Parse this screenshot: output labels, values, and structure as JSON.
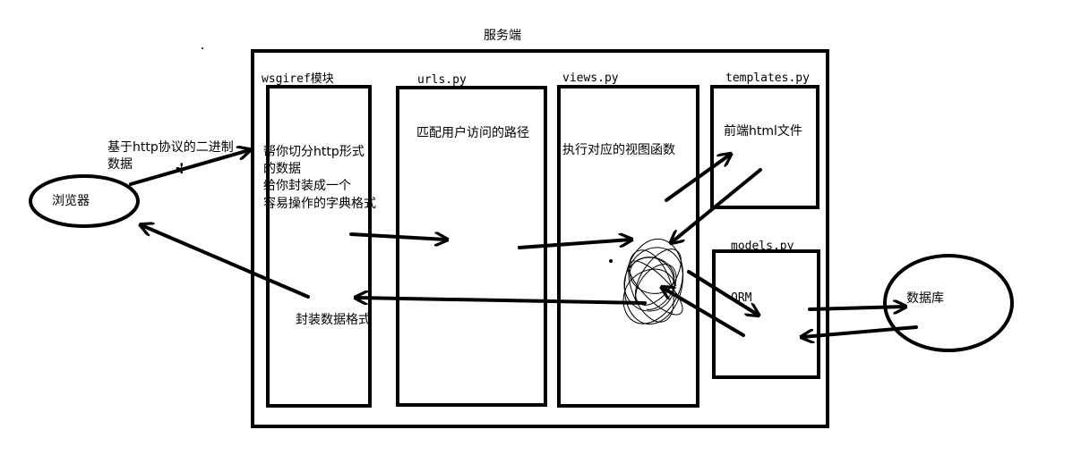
{
  "title": "服务端",
  "nodes": {
    "browser": {
      "label": "浏览器"
    },
    "wsgiref": {
      "header": "wsgiref模块",
      "text_lines": [
        "帮你切分http形式",
        "的数据",
        "给你封装成一个",
        "容易操作的字典格式"
      ],
      "bottom_text": "封装数据格式"
    },
    "urls": {
      "header": "urls.py",
      "text": "匹配用户访问的路径"
    },
    "views": {
      "header": "views.py",
      "text": "执行对应的视图函数"
    },
    "templates": {
      "header": "templates.py",
      "text": "前端html文件"
    },
    "models": {
      "header": "models.py",
      "text": "ORM"
    },
    "database": {
      "label": "数据库"
    }
  },
  "edge_labels": {
    "browser_to_server": [
      "基于http协议的二进制",
      "数据"
    ]
  },
  "colors": {
    "stroke": "#000000",
    "background": "#ffffff"
  }
}
